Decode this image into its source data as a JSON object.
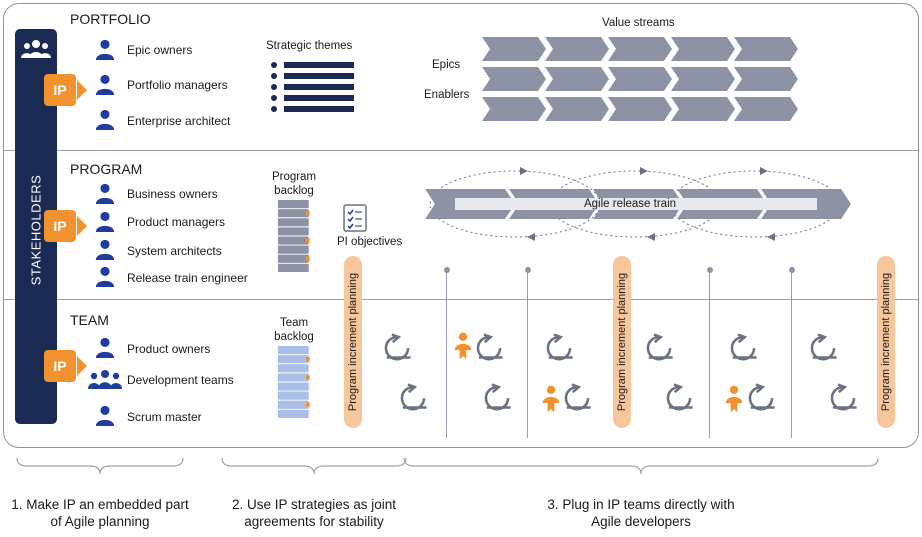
{
  "stakeholders": {
    "label": "STAKEHOLDERS"
  },
  "ip_badge": "IP",
  "portfolio": {
    "title": "PORTFOLIO",
    "roles": [
      "Epic owners",
      "Portfolio managers",
      "Enterprise architect"
    ],
    "strategic_themes": "Strategic themes",
    "value_streams": "Value streams",
    "epics": "Epics",
    "enablers": "Enablers"
  },
  "program": {
    "title": "PROGRAM",
    "roles": [
      "Business owners",
      "Product managers",
      "System architects",
      "Release train engineer"
    ],
    "backlog": "Program backlog",
    "pi_objectives": "PI objectives",
    "release_train": "Agile release train"
  },
  "team": {
    "title": "TEAM",
    "roles": [
      "Product owners",
      "Development teams",
      "Scrum master"
    ],
    "backlog": "Team backlog"
  },
  "pi_planning_label": "Program increment planning",
  "steps": [
    "1. Make IP an embedded part of Agile planning",
    "2. Use IP strategies as joint agreements for stability",
    "3. Plug in IP teams directly with Agile developers"
  ],
  "colors": {
    "navy": "#1b2a52",
    "blue": "#1f3c9e",
    "orange": "#f2922e",
    "light_orange": "#f7c79b",
    "gray": "#8d93a4"
  }
}
